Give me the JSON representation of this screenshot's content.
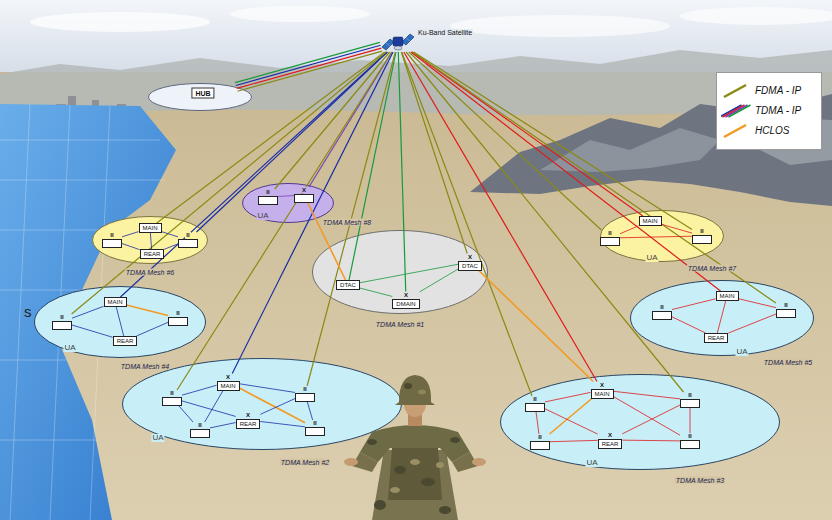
{
  "diagram": {
    "nodes": [
      {
        "text": [
          "Ku-Band Satellite"
        ]
      },
      {
        "text": [
          "HUB"
        ]
      },
      {
        "text": [
          "TDMA Mesh #8",
          "UA"
        ]
      },
      {
        "text": [
          "II"
        ],
        "in": 2
      },
      {
        "text": [
          "X"
        ],
        "in": 2
      },
      {
        "text": [
          "TDMA Mesh #6"
        ]
      },
      {
        "text": [
          "MAIN"
        ],
        "in": 5
      },
      {
        "text": [
          "II"
        ],
        "in": 5
      },
      {
        "text": [
          "II"
        ],
        "in": 5
      },
      {
        "text": [
          "REAR"
        ],
        "in": 5
      },
      {
        "text": [
          "TDMA Mesh #1"
        ]
      },
      {
        "text": [
          "DTAC"
        ],
        "in": 10
      },
      {
        "text": [
          "X",
          "DTAC"
        ],
        "in": 10
      },
      {
        "text": [
          "X",
          "DMAIN"
        ],
        "in": 10
      },
      {
        "text": [
          "TDMA Mesh #7",
          "UA"
        ]
      },
      {
        "text": [
          "MAIN"
        ],
        "in": 14
      },
      {
        "text": [
          "II"
        ],
        "in": 14
      },
      {
        "text": [
          "II"
        ],
        "in": 14
      },
      {
        "text": [
          "TDMA Mesh #4",
          "UA"
        ]
      },
      {
        "text": [
          "MAIN"
        ],
        "in": 18
      },
      {
        "text": [
          "II"
        ],
        "in": 18
      },
      {
        "text": [
          "II"
        ],
        "in": 18
      },
      {
        "text": [
          "REAR"
        ],
        "in": 18
      },
      {
        "text": [
          "TDMA Mesh #5",
          "UA"
        ]
      },
      {
        "text": [
          "MAIN"
        ],
        "in": 23
      },
      {
        "text": [
          "II"
        ],
        "in": 23
      },
      {
        "text": [
          "II"
        ],
        "in": 23
      },
      {
        "text": [
          "REAR"
        ],
        "in": 23
      },
      {
        "text": [
          "TDMA Mesh #2",
          "UA"
        ]
      },
      {
        "text": [
          "X",
          "MAIN"
        ],
        "in": 28
      },
      {
        "text": [
          "II"
        ],
        "in": 28
      },
      {
        "text": [
          "II"
        ],
        "in": 28
      },
      {
        "text": [
          "II"
        ],
        "in": 28
      },
      {
        "text": [
          "X",
          "REAR"
        ],
        "in": 28
      },
      {
        "text": [
          "II"
        ],
        "in": 28
      },
      {
        "text": [
          "TDMA Mesh #3",
          "UA"
        ]
      },
      {
        "text": [
          "X",
          "MAIN"
        ],
        "in": 35
      },
      {
        "text": [
          "II"
        ],
        "in": 35
      },
      {
        "text": [
          "II"
        ],
        "in": 35
      },
      {
        "text": [
          "II"
        ],
        "in": 35
      },
      {
        "text": [
          "X",
          "REAR"
        ],
        "in": 35
      },
      {
        "text": [
          "II"
        ],
        "in": 35
      }
    ],
    "edges": [
      {
        "from": 0,
        "to": 1,
        "arrow": "none"
      },
      {
        "from": 0,
        "to": 1,
        "arrow": "none"
      },
      {
        "from": 0,
        "to": 1,
        "arrow": "none"
      },
      {
        "from": 0,
        "to": 1,
        "arrow": "none"
      },
      {
        "from": 0,
        "to": 3,
        "arrow": "none"
      },
      {
        "from": 0,
        "to": 4,
        "arrow": "none"
      },
      {
        "from": 0,
        "to": 6,
        "arrow": "none"
      },
      {
        "from": 0,
        "to": 8,
        "arrow": "none"
      },
      {
        "from": 0,
        "to": 11,
        "arrow": "none"
      },
      {
        "from": 0,
        "to": 12,
        "arrow": "none"
      },
      {
        "from": 0,
        "to": 13,
        "arrow": "none"
      },
      {
        "from": 0,
        "to": 15,
        "arrow": "none"
      },
      {
        "from": 0,
        "to": 16,
        "arrow": "none"
      },
      {
        "from": 0,
        "to": 17,
        "arrow": "none"
      },
      {
        "from": 0,
        "to": 19,
        "arrow": "none"
      },
      {
        "from": 0,
        "to": 20,
        "arrow": "none"
      },
      {
        "from": 0,
        "to": 24,
        "arrow": "none"
      },
      {
        "from": 0,
        "to": 26,
        "arrow": "none"
      },
      {
        "from": 0,
        "to": 29,
        "arrow": "none"
      },
      {
        "from": 0,
        "to": 30,
        "arrow": "none"
      },
      {
        "from": 0,
        "to": 31,
        "arrow": "none"
      },
      {
        "from": 0,
        "to": 36,
        "arrow": "none"
      },
      {
        "from": 0,
        "to": 37,
        "arrow": "none"
      },
      {
        "from": 0,
        "to": 38,
        "arrow": "none"
      },
      {
        "from": 3,
        "to": 4,
        "arrow": "none"
      },
      {
        "from": 6,
        "to": 7,
        "arrow": "none"
      },
      {
        "from": 6,
        "to": 8,
        "arrow": "none"
      },
      {
        "from": 9,
        "to": 7,
        "arrow": "none"
      },
      {
        "from": 9,
        "to": 8,
        "arrow": "none"
      },
      {
        "from": 6,
        "to": 9,
        "arrow": "none"
      },
      {
        "from": 11,
        "to": 12,
        "arrow": "none"
      },
      {
        "from": 11,
        "to": 13,
        "arrow": "none"
      },
      {
        "from": 12,
        "to": 13,
        "arrow": "none"
      },
      {
        "from": 15,
        "to": 16,
        "arrow": "none"
      },
      {
        "from": 15,
        "to": 17,
        "arrow": "none"
      },
      {
        "from": 16,
        "to": 17,
        "arrow": "none"
      },
      {
        "from": 19,
        "to": 20,
        "arrow": "none"
      },
      {
        "from": 19,
        "to": 21,
        "arrow": "none"
      },
      {
        "from": 22,
        "to": 20,
        "arrow": "none"
      },
      {
        "from": 22,
        "to": 21,
        "arrow": "none"
      },
      {
        "from": 19,
        "to": 22,
        "arrow": "none"
      },
      {
        "from": 24,
        "to": 25,
        "arrow": "none"
      },
      {
        "from": 24,
        "to": 26,
        "arrow": "none"
      },
      {
        "from": 27,
        "to": 25,
        "arrow": "none"
      },
      {
        "from": 27,
        "to": 26,
        "arrow": "none"
      },
      {
        "from": 24,
        "to": 27,
        "arrow": "none"
      },
      {
        "from": 29,
        "to": 30,
        "arrow": "none"
      },
      {
        "from": 29,
        "to": 31,
        "arrow": "none"
      },
      {
        "from": 29,
        "to": 32,
        "arrow": "none"
      },
      {
        "from": 29,
        "to": 34,
        "arrow": "none"
      },
      {
        "from": 33,
        "to": 30,
        "arrow": "none"
      },
      {
        "from": 33,
        "to": 31,
        "arrow": "none"
      },
      {
        "from": 33,
        "to": 32,
        "arrow": "none"
      },
      {
        "from": 33,
        "to": 34,
        "arrow": "none"
      },
      {
        "from": 30,
        "to": 32,
        "arrow": "none"
      },
      {
        "from": 31,
        "to": 34,
        "arrow": "none"
      },
      {
        "from": 36,
        "to": 37,
        "arrow": "none"
      },
      {
        "from": 36,
        "to": 38,
        "arrow": "none"
      },
      {
        "from": 36,
        "to": 39,
        "arrow": "none"
      },
      {
        "from": 36,
        "to": 41,
        "arrow": "none"
      },
      {
        "from": 40,
        "to": 37,
        "arrow": "none"
      },
      {
        "from": 40,
        "to": 38,
        "arrow": "none"
      },
      {
        "from": 40,
        "to": 39,
        "arrow": "none"
      },
      {
        "from": 40,
        "to": 41,
        "arrow": "none"
      },
      {
        "from": 37,
        "to": 39,
        "arrow": "none"
      },
      {
        "from": 38,
        "to": 41,
        "arrow": "none"
      },
      {
        "from": 4,
        "to": 11,
        "arrow": "none"
      },
      {
        "from": 12,
        "to": 36,
        "arrow": "none"
      }
    ],
    "labels": [
      "s"
    ],
    "legend": [
      {
        "text": "FDMA - IP"
      },
      {
        "text": "TDMA - IP"
      },
      {
        "text": "HCLOS"
      }
    ]
  }
}
